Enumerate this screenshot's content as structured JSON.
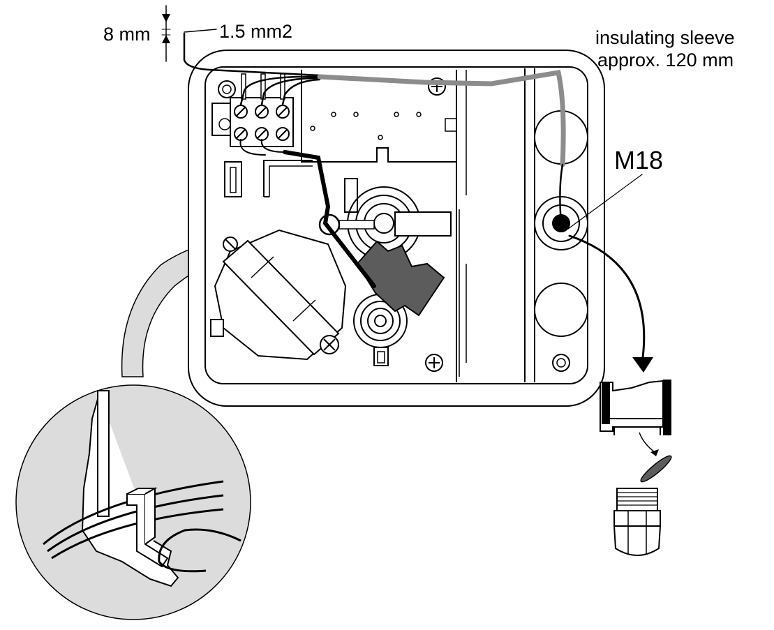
{
  "labels": {
    "wire_strip_length": "8 mm",
    "wire_cross_section": "1.5 mm2",
    "sleeve_line1": "insulating sleeve",
    "sleeve_line2": "approx. 120 mm",
    "gland_size": "M18"
  },
  "colors": {
    "line": "#000000",
    "sleeve": "#8c8c8c",
    "detail_fill": "#dcdcdc",
    "clip": "#5c5c5c",
    "background": "#ffffff"
  }
}
